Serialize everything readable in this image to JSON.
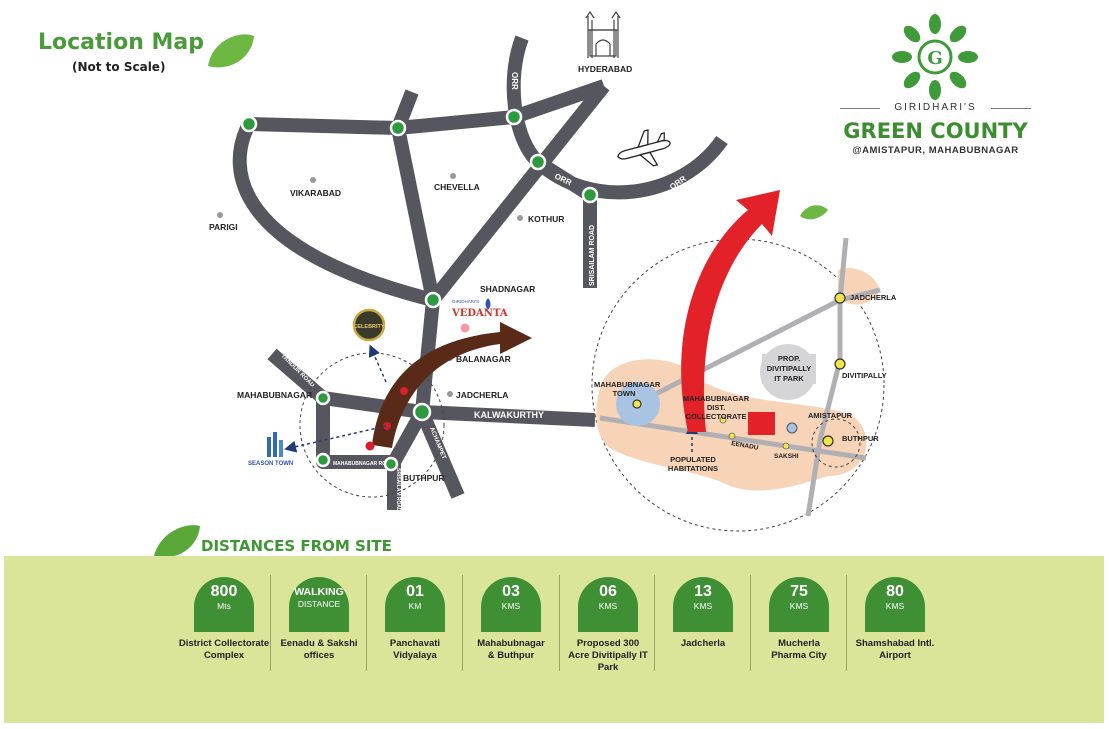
{
  "header": {
    "title": "Location Map",
    "subtitle": "(Not to Scale)"
  },
  "brand": {
    "top": "GIRIDHARI'S",
    "name": "GREEN COUNTY",
    "location": "@AMISTAPUR, MAHABUBNAGAR",
    "logo_letter": "G"
  },
  "map": {
    "places": {
      "hyderabad": "HYDERABAD",
      "vikarabad": "VIKARABAD",
      "parigi": "PARIGI",
      "chevella": "CHEVELLA",
      "kothur": "KOTHUR",
      "shadnagar": "SHADNAGAR",
      "balanagar": "BALANAGAR",
      "jadcherla": "JADCHERLA",
      "mahabubnagar": "MAHABUBNAGAR",
      "buthpur": "BUTHPUR"
    },
    "roads": {
      "orr_a": "ORR",
      "orr_b": "ORR",
      "orr_c": "ORR",
      "srisailam": "SRISAILAM ROAD",
      "kalwakurthy": "KALWAKURTHY",
      "tandur": "TANDUR ROAD",
      "achampet": "ACHAMPET",
      "mahabubnagar_road": "MAHABUBNAGAR ROAD",
      "srisailam_short": "SRISAILAM ROAD"
    },
    "projects": {
      "vedanta_tag": "GIRIDHARI'S",
      "vedanta": "VEDANTA",
      "celebrity": "CELEBRITY",
      "season": "SEASON TOWN"
    },
    "inset": {
      "jadcherla": "JADCHERLA",
      "divitipally": "DIVITIPALLY",
      "it_park": "PROP.\nDIVITIPALLY\nIT PARK",
      "mbnr_town": "MAHABUBNAGAR\nTOWN",
      "collectorate": "MAHABUBNAGAR\nDIST. COLLECTORATE",
      "amistapur": "AMISTAPUR",
      "buthpur": "BUTHPUR",
      "eenadu": "EENADU",
      "sakshi": "SAKSHI",
      "populated": "POPULATED\nHABITATIONS"
    },
    "colors": {
      "road": "#56565e",
      "node": "#2e9a3e",
      "arrow_red": "#e32128",
      "arrow_brown": "#5a2a18",
      "zone": "#f7d3b8",
      "inset_road": "#b0b0b4"
    }
  },
  "distances": {
    "heading": "DISTANCES FROM SITE",
    "items": [
      {
        "value": "800",
        "unit": "Mts",
        "label": "District Collectorate\nComplex"
      },
      {
        "value": "WALKING",
        "unit": "DISTANCE",
        "label": "Eenadu & Sakshi\noffices"
      },
      {
        "value": "01",
        "unit": "KM",
        "label": "Panchavati Vidyalaya"
      },
      {
        "value": "03",
        "unit": "KMS",
        "label": "Mahabubnagar\n& Buthpur"
      },
      {
        "value": "06",
        "unit": "KMS",
        "label": "Proposed 300\nAcre Divitipally IT Park"
      },
      {
        "value": "13",
        "unit": "KMS",
        "label": "Jadcherla"
      },
      {
        "value": "75",
        "unit": "KMS",
        "label": "Mucherla\nPharma City"
      },
      {
        "value": "80",
        "unit": "KMS",
        "label": "Shamshabad Intl.\nAirport"
      }
    ]
  }
}
